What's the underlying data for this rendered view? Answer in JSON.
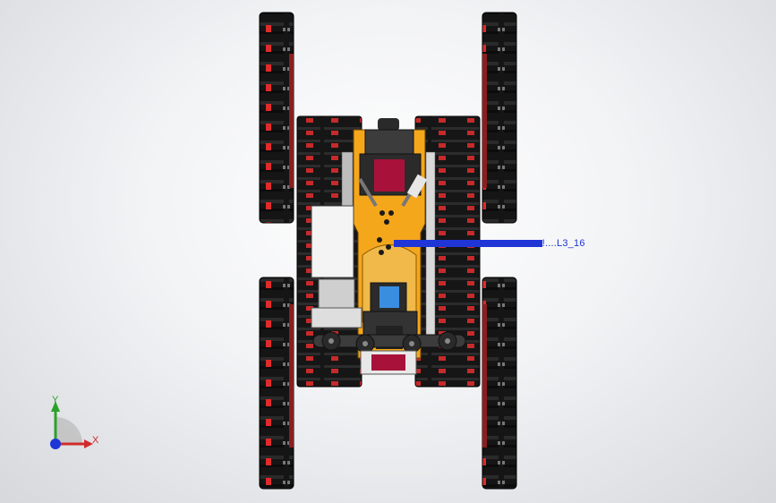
{
  "viewport": {
    "background_top": "#ffffff",
    "background_bottom": "#d6d8dc"
  },
  "annotation": {
    "label": "...!....L3_16",
    "color": "#1f35d6"
  },
  "triad": {
    "x_label": "X",
    "y_label": "Y",
    "x_color": "#d12b2b",
    "y_color": "#2aa12a",
    "z_color": "#1f35d6"
  },
  "model": {
    "track_color": "#151515",
    "track_accent": "#e02b2b",
    "chassis_color": "#f5a71c",
    "panel_color": "#f4f4f4",
    "battery_color": "#3a8ee0"
  }
}
